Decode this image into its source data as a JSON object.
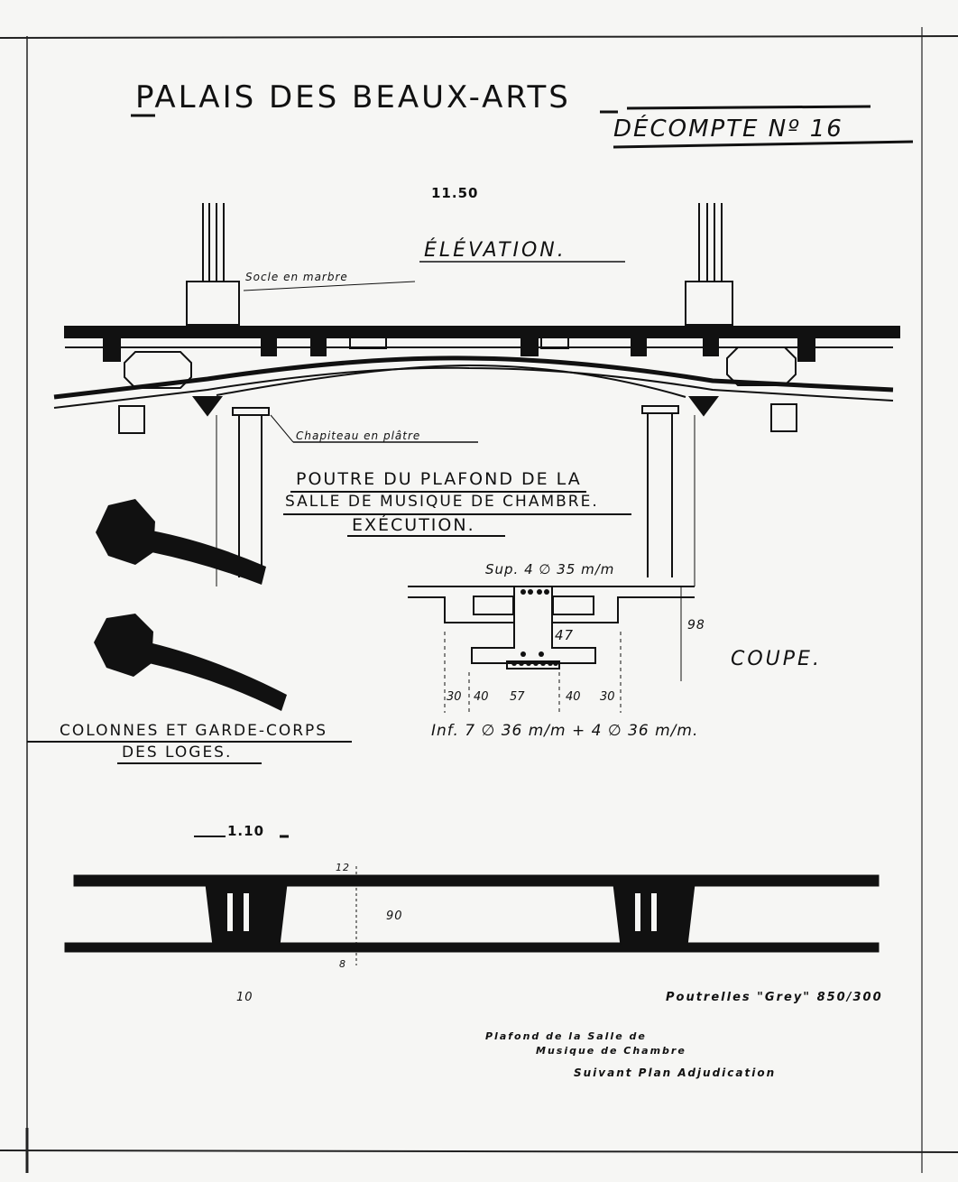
{
  "header": {
    "title": "PALAIS DES BEAUX-ARTS",
    "decompte": "DÉCOMPTE Nº 16"
  },
  "elevation": {
    "label": "ÉLÉVATION.",
    "span": "11.50",
    "socle": "Socle en marbre",
    "chapiteau": "Chapiteau en plâtre"
  },
  "poutre": {
    "line1": "POUTRE DU PLAFOND DE LA",
    "line2": "SALLE DE MUSIQUE DE CHAMBRE.",
    "line3": "EXÉCUTION."
  },
  "colonnes": {
    "line1": "COLONNES ET GARDE-CORPS",
    "line2": "DES LOGES."
  },
  "coupe": {
    "label": "COUPE.",
    "sup": "Sup. 4 ∅ 35 m/m",
    "inf": "Inf. 7 ∅ 36 m/m + 4 ∅ 36 m/m.",
    "height": "98",
    "inner": "47",
    "dims": [
      "30",
      "40",
      "57",
      "40",
      "30"
    ]
  },
  "plafond": {
    "dim_top": "1.10",
    "dim_bottom": "10",
    "dim_12": "12",
    "dim_90": "90",
    "dim_8": "8",
    "poutrelles": "Poutrelles \"Grey\" 850/300",
    "note1": "Plafond de la Salle de",
    "note2": "Musique de Chambre",
    "note3": "Suivant Plan Adjudication"
  }
}
